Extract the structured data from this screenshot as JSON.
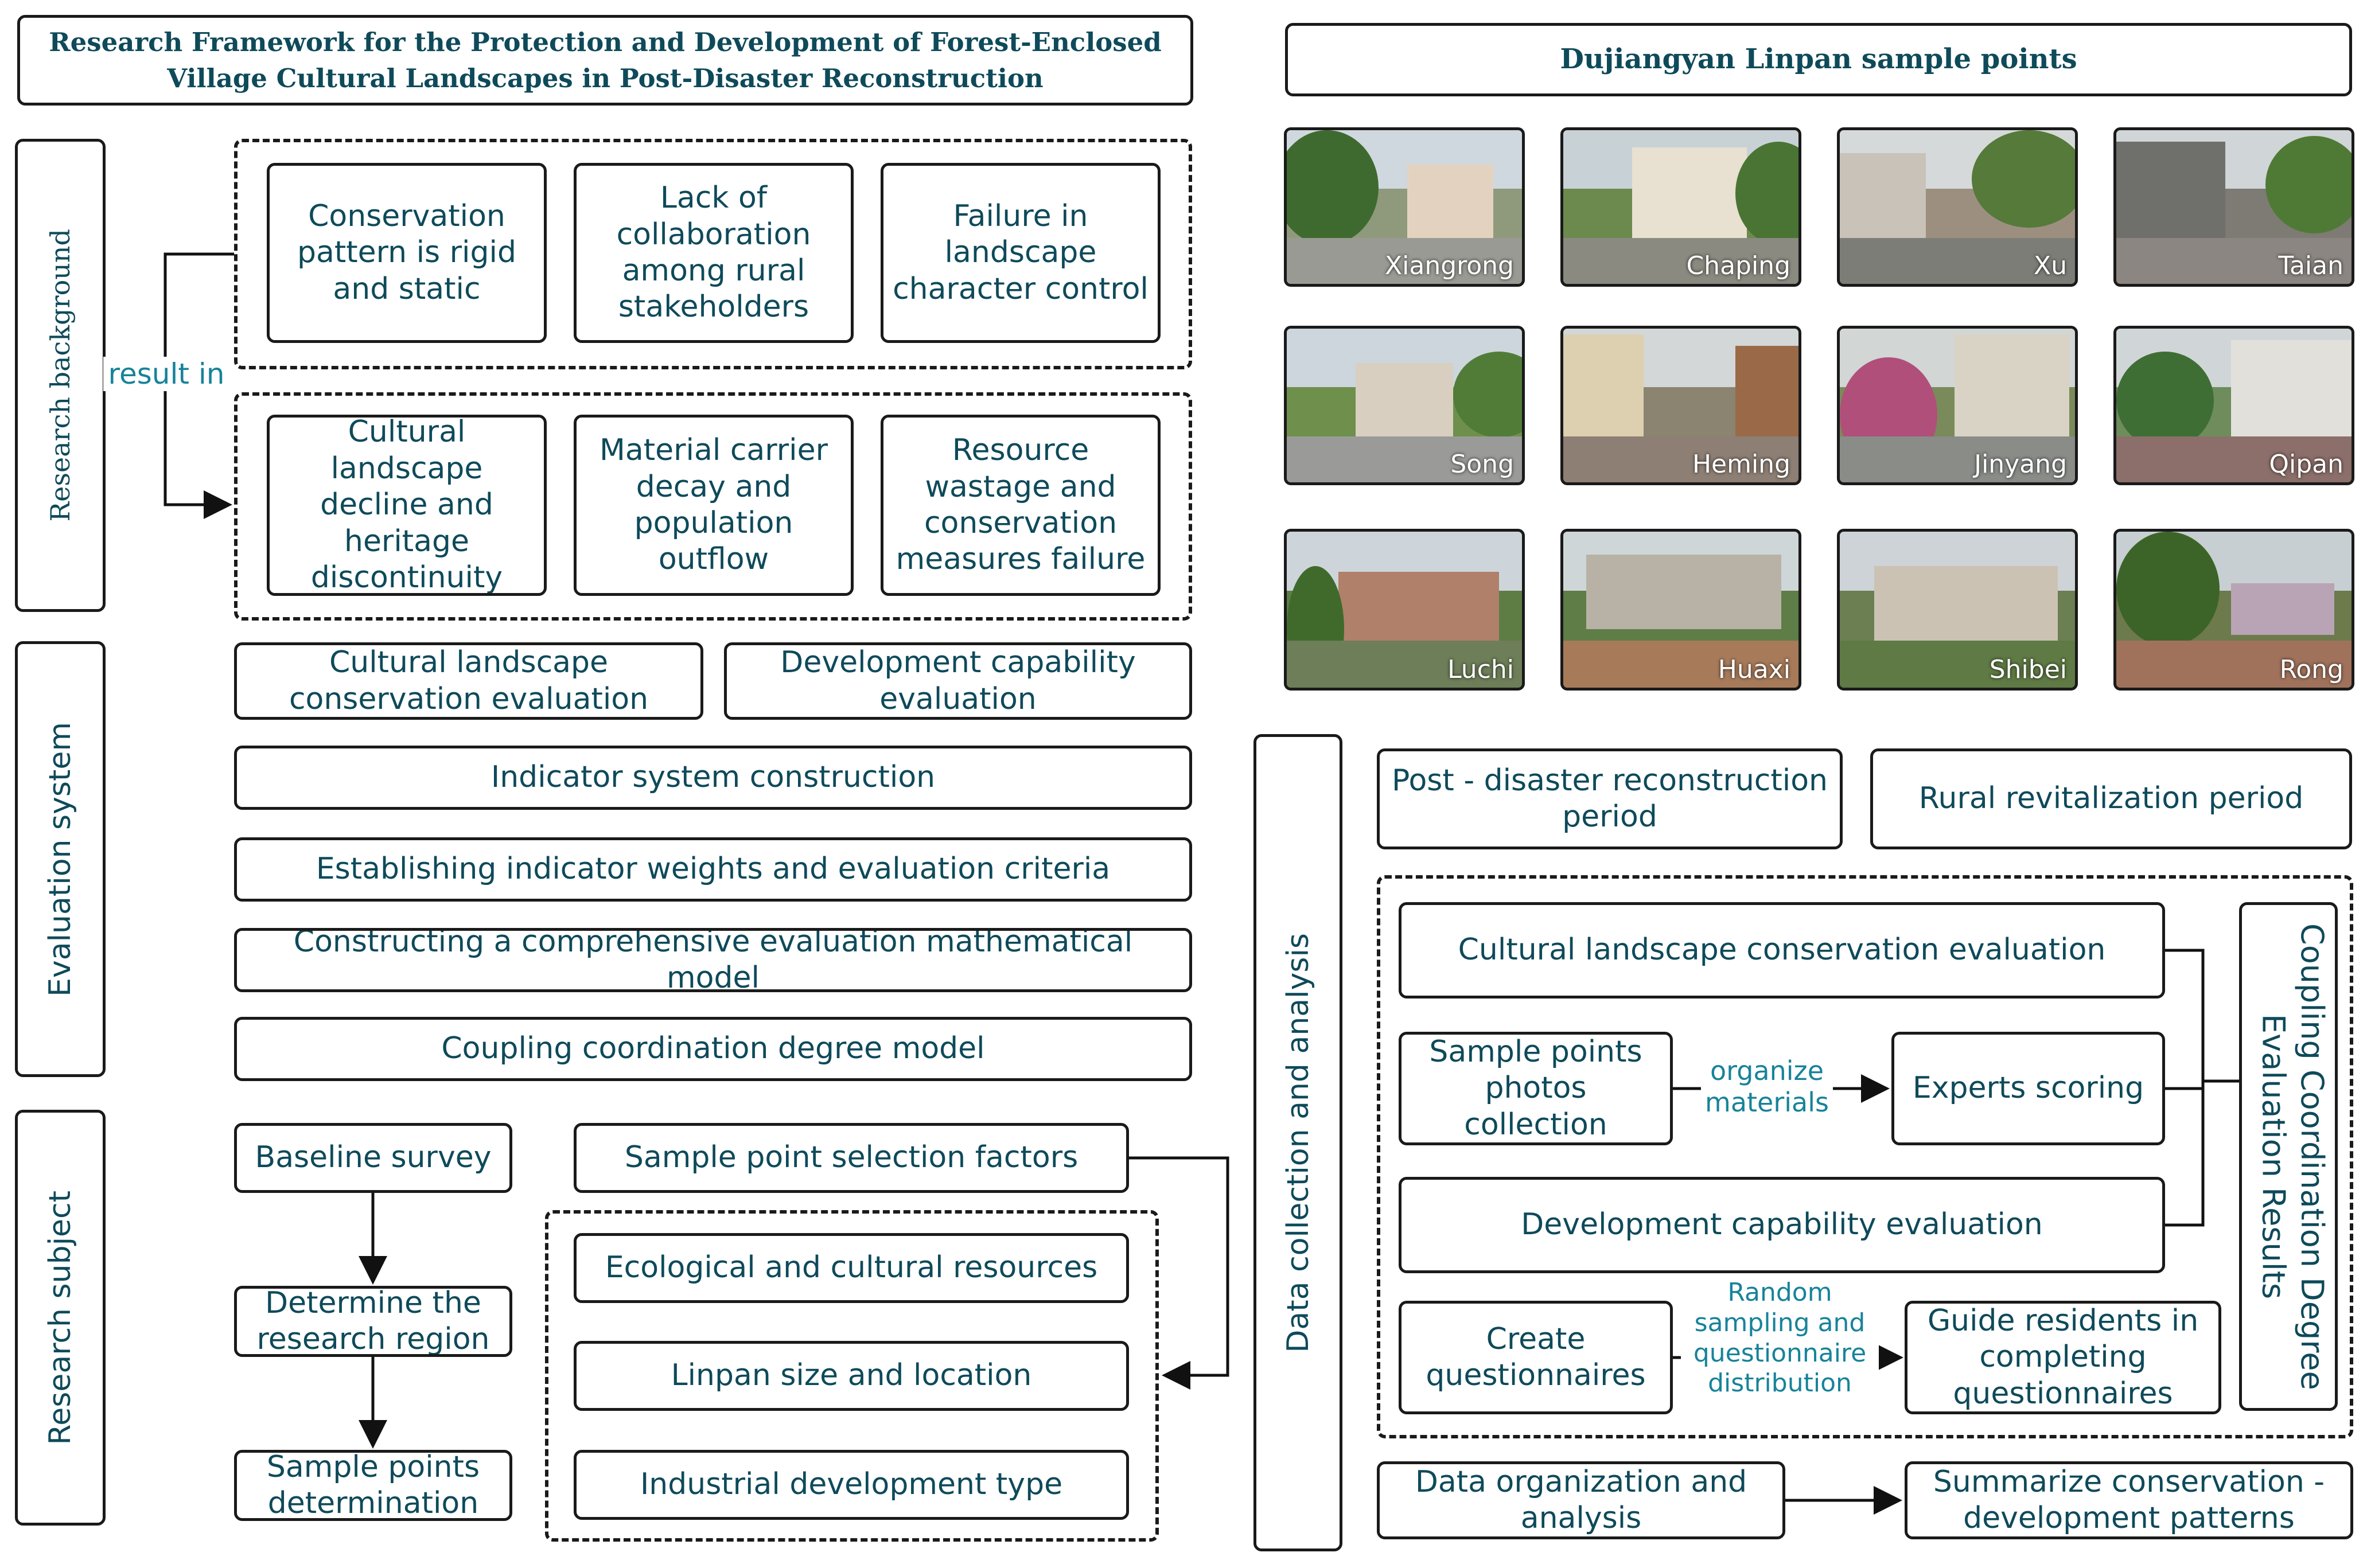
{
  "title_left": "Research Framework for the Protection and Development of Forest-Enclosed Village Cultural Landscapes in Post-Disaster Reconstruction",
  "title_right": "Dujiangyan Linpan sample points",
  "sections": {
    "background": "Research background",
    "evaluation": "Evaluation system",
    "subject": "Research subject",
    "data": "Data collection and analysis"
  },
  "background": {
    "problems": [
      "Conservation pattern is rigid and static",
      "Lack of collaboration among rural stakeholders",
      "Failure in landscape character control"
    ],
    "results": [
      "Cultural landscape decline and heritage discontinuity",
      "Material carrier decay and population outflow",
      "Resource wastage and conservation measures failure"
    ],
    "result_in_label": "result in"
  },
  "evaluation": {
    "cultural": "Cultural landscape conservation evaluation",
    "development": "Development capability evaluation",
    "steps": [
      "Indicator system construction",
      "Establishing indicator weights and evaluation criteria",
      "Constructing a comprehensive evaluation mathematical model",
      "Coupling coordination degree model"
    ]
  },
  "subject": {
    "baseline": "Baseline survey",
    "region": "Determine the research region",
    "points": "Sample points determination",
    "factors_title": "Sample point selection factors",
    "factors": [
      "Ecological and cultural resources",
      "Linpan size and location",
      "Industrial development type"
    ]
  },
  "samples": [
    "Xiangrong",
    "Chaping",
    "Xu",
    "Taian",
    "Song",
    "Heming",
    "Jinyang",
    "Qipan",
    "Luchi",
    "Huaxi",
    "Shibei",
    "Rong"
  ],
  "data": {
    "post_disaster": "Post - disaster reconstruction period",
    "rural": "Rural revitalization period",
    "cultural_eval": "Cultural landscape conservation evaluation",
    "photos": "Sample points photos collection",
    "organize": "organize materials",
    "experts": "Experts scoring",
    "development_eval": "Development capability evaluation",
    "questionnaires": "Create questionnaires",
    "random": "Random sampling and questionnaire distribution",
    "guide": "Guide residents in completing questionnaires",
    "coupling": "Coupling Coordination Degree Evaluation Results",
    "organize_analysis": "Data organization and analysis",
    "summarize": "Summarize conservation - development patterns"
  }
}
